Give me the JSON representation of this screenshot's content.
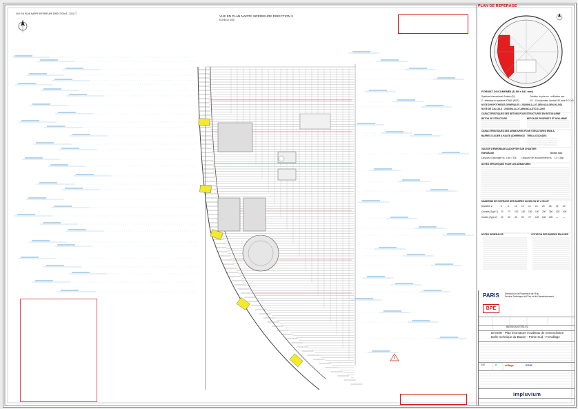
{
  "sheet": {
    "top_left_title": "VUE EN PLAN NAPPE INFERIEURE DIRECTION B - 320 L/T",
    "main_view_title": "VUE EN PLAN NAPPE INFERIEURE DIRECTION X",
    "main_view_scale": "ECHELLE 1/50"
  },
  "plan_de_reperage": {
    "title": "PLAN DE REPERAGE"
  },
  "notes": {
    "format_document_label": "FORMAT DOCUMENT :",
    "format_document_value": "A0 (1189 x 841 mm)",
    "systeme_label": "Système International d'unités (SI)",
    "creation_plan": "Création du plan en : millimètre mm",
    "altimetrie": "Z : altimétrie du système IGN69 (NGF)",
    "coordonnees": "X/Y : Coordonnées Lambert 93 zone 9 CC49",
    "notes_hyp_generales": "NOTE D'HYPOTHESES GENERALES : 2020898-1-LOT-GEN-NCA-GEN-00-2001",
    "note_calculs": "NOTE DE CALCULS : 2020898-1-LOT-ARM-NCA-STO-01-2067",
    "h_beton": "CARACTERISTIQUES DES BETONS POUR STRUCTURES EN BETON ARME",
    "beton_structure": "BETON DE STRUCTURE",
    "beton_proprete": "BETON DE PROPRETE ET NON ARME",
    "h_armatures": "CARACTERISTIQUES DES ARMATURES POUR STRUCTURES EN B.A.",
    "barres_ha": "BARRES D'ACIER A HAUTE ADHERENCE",
    "treillis": "TREILLIS SOUDES",
    "h_enrobage": "VALEUR D'ENROBAGE A ADOPTER SUR CHANTIER",
    "enrobage": "ENROBAGE",
    "enrobage_value": "50 mm min.",
    "longueur_ancrage": "Longueur d'ancrage HA",
    "longueur_ancrage_value": "Lbd = 37ø",
    "longueur_recouvrement": "Longueur de recouvrement HA",
    "longueur_recouvrement_value": "L0 = 38ø",
    "h_notes_specifiques": "NOTES SPECIFIQUES POUR LES ARMATURES",
    "h_mandrins": "MANDRINS DE CINTRAGE DES BARRES HA SELON NF A 35-027",
    "h_notes_generales": "NOTES GENERALES",
    "h_cotation": "COTATION DES BARRES EN ACIER",
    "mandrin_table": {
      "header_label": "Diamètre ø",
      "header_values": [
        "6",
        "8",
        "10",
        "12",
        "14",
        "16",
        "20",
        "25",
        "32",
        "40"
      ],
      "rows": [
        {
          "label": "Crosses (Type 1)",
          "values": [
            "70",
            "70",
            "100",
            "100",
            "150",
            "150",
            "200",
            "250",
            "320",
            "400"
          ]
        },
        {
          "label": "Cadres (Type 2)",
          "values": [
            "20",
            "30",
            "40",
            "50",
            "70",
            "100",
            "150",
            "200",
            "—",
            "—"
          ]
        }
      ]
    }
  },
  "title_block": {
    "owner_line1": "Direction de la Propreté et de l'Eau",
    "owner_line2": "Service Technique de l'Eau et de l'Assainissement",
    "logo_paris": "PARIS",
    "logo_bpe": "BPE",
    "project": "BASSIN AUSTERLITZ",
    "document_title_1": "BASSIN - Plan d'armature et tableau de nomenclature",
    "document_title_2": "Dalle technique du Bassin - Partie Sud - Ferraillage",
    "phase": "EXE",
    "indice": "A",
    "contractor_1": "eiffage",
    "contractor_2": "EGIS",
    "design_brand": "impluvium"
  }
}
